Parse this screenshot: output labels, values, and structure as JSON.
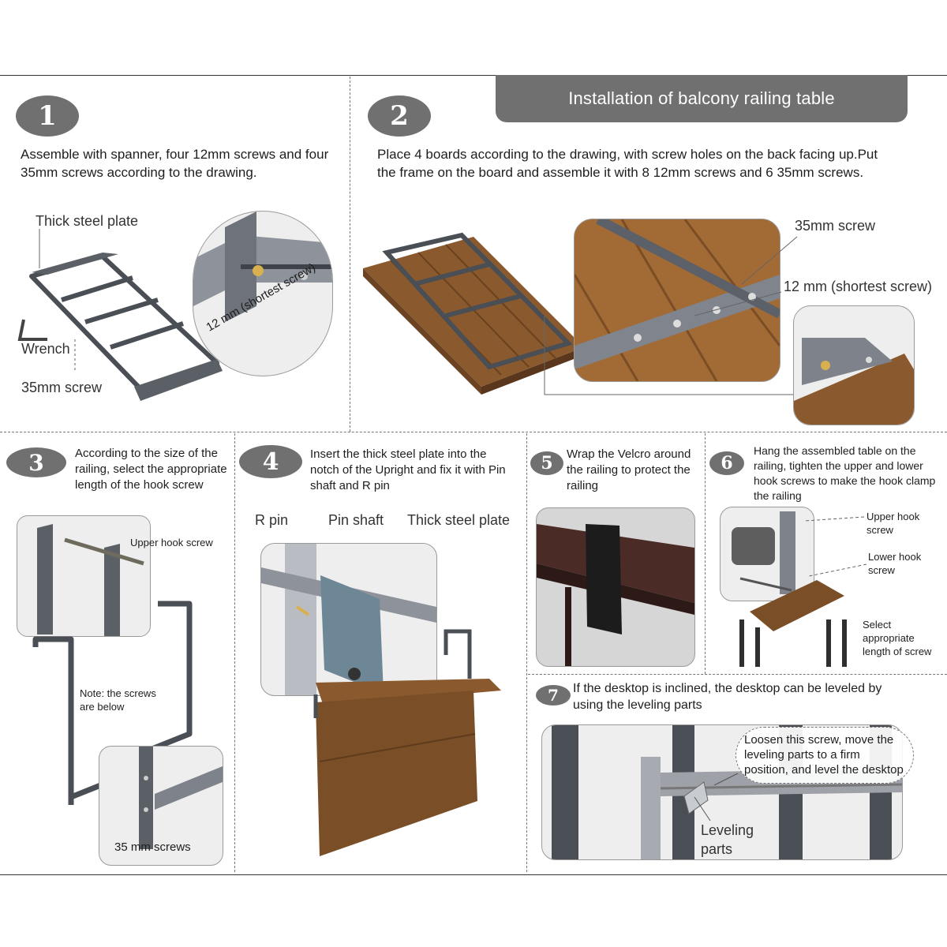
{
  "banner_title": "Installation  of balcony railing table",
  "steps": [
    {
      "number": "1",
      "text": "Assemble with spanner, four 12mm screws and four 35mm screws according to the drawing."
    },
    {
      "number": "2",
      "text": "Place 4 boards according to the drawing, with screw holes on the back facing up.Put the frame on the board and assemble it with 8 12mm screws and 6 35mm screws."
    },
    {
      "number": "3",
      "text": "According to the size of the railing, select the appropriate length of the hook screw"
    },
    {
      "number": "4",
      "text": "Insert the thick steel plate into the notch of the Upright and fix it with Pin shaft and R pin"
    },
    {
      "number": "5",
      "text": "Wrap the Velcro around the railing to protect the railing"
    },
    {
      "number": "6",
      "text": "Hang the assembled table on the railing, tighten the upper and lower hook screws to make the hook clamp the railing"
    },
    {
      "number": "7",
      "text": "If the desktop is inclined, the desktop can be leveled by using the leveling parts"
    }
  ],
  "labels": {
    "s1_thick_plate": "Thick steel plate",
    "s1_wrench": "Wrench",
    "s1_35mm": "35mm screw",
    "s1_12mm": "12 mm (shortest screw)",
    "s2_35mm": "35mm screw",
    "s2_12mm": "12 mm (shortest screw)",
    "s3_upper_hook": "Upper hook screw",
    "s3_note": "Note: the screws are below",
    "s3_35mm": "35 mm screws",
    "s4_r_pin": "R pin",
    "s4_pin_shaft": "Pin shaft",
    "s4_thick_plate": "Thick steel plate",
    "s6_upper_hook": "Upper hook screw",
    "s6_lower_hook": "Lower hook screw",
    "s6_select": "Select appropriate length of  screw",
    "s7_loosen": "Loosen this screw, move the leveling parts to a firm position, and level the desktop",
    "s7_leveling": "Leveling parts"
  },
  "colors": {
    "badge": "#707070",
    "frame": "#4a4e55",
    "wood": "#8a5a2e",
    "zoom_bg": "#eeeeee"
  }
}
